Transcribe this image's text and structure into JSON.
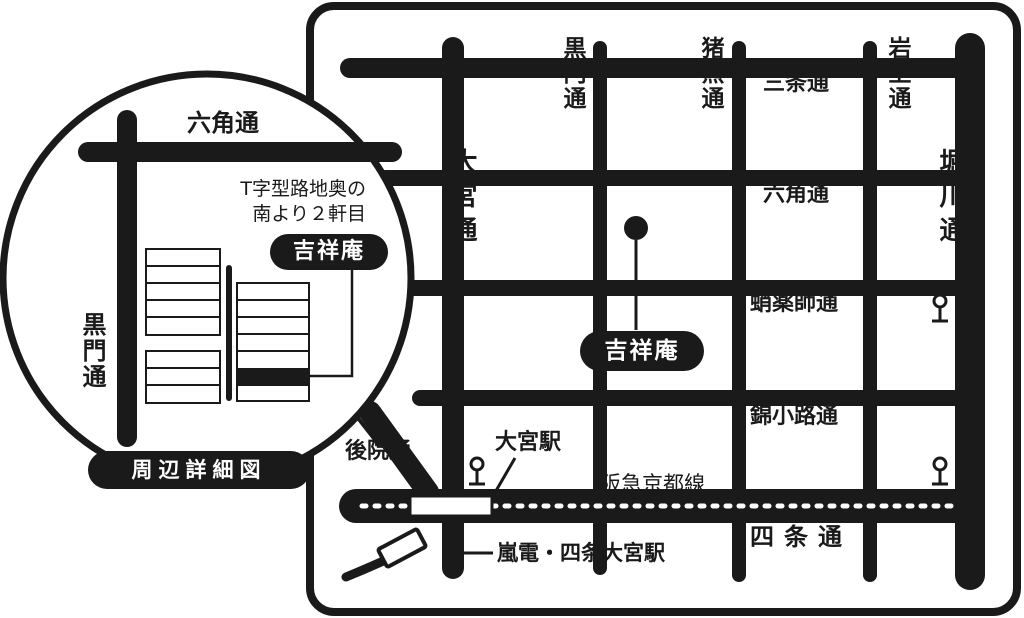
{
  "main_map": {
    "streets_horizontal": {
      "sanjo": "三条通",
      "rokkaku": "六角通",
      "takoyakushi": "蛸薬師通",
      "nishikikoji": "錦小路通",
      "shijo": "四条通"
    },
    "streets_vertical": {
      "omiya": "大宮通",
      "kuromon": "黒門通",
      "inokuma": "猪熊通",
      "iwagami": "岩上通",
      "horikawa": "堀川通",
      "goin": "後院通"
    },
    "railway": "阪急京都線",
    "stations": {
      "omiya": "大宮駅",
      "randen": "嵐電・四条大宮駅"
    },
    "destination": "吉祥庵"
  },
  "detail_inset": {
    "title": "周辺詳細図",
    "street_horizontal": "六角通",
    "street_vertical": "黒門通",
    "note_line1": "T字型路地奥の",
    "note_line2": "南より２軒目",
    "destination": "吉祥庵"
  },
  "colors": {
    "ink": "#1a1a1a",
    "paper": "#ffffff"
  }
}
